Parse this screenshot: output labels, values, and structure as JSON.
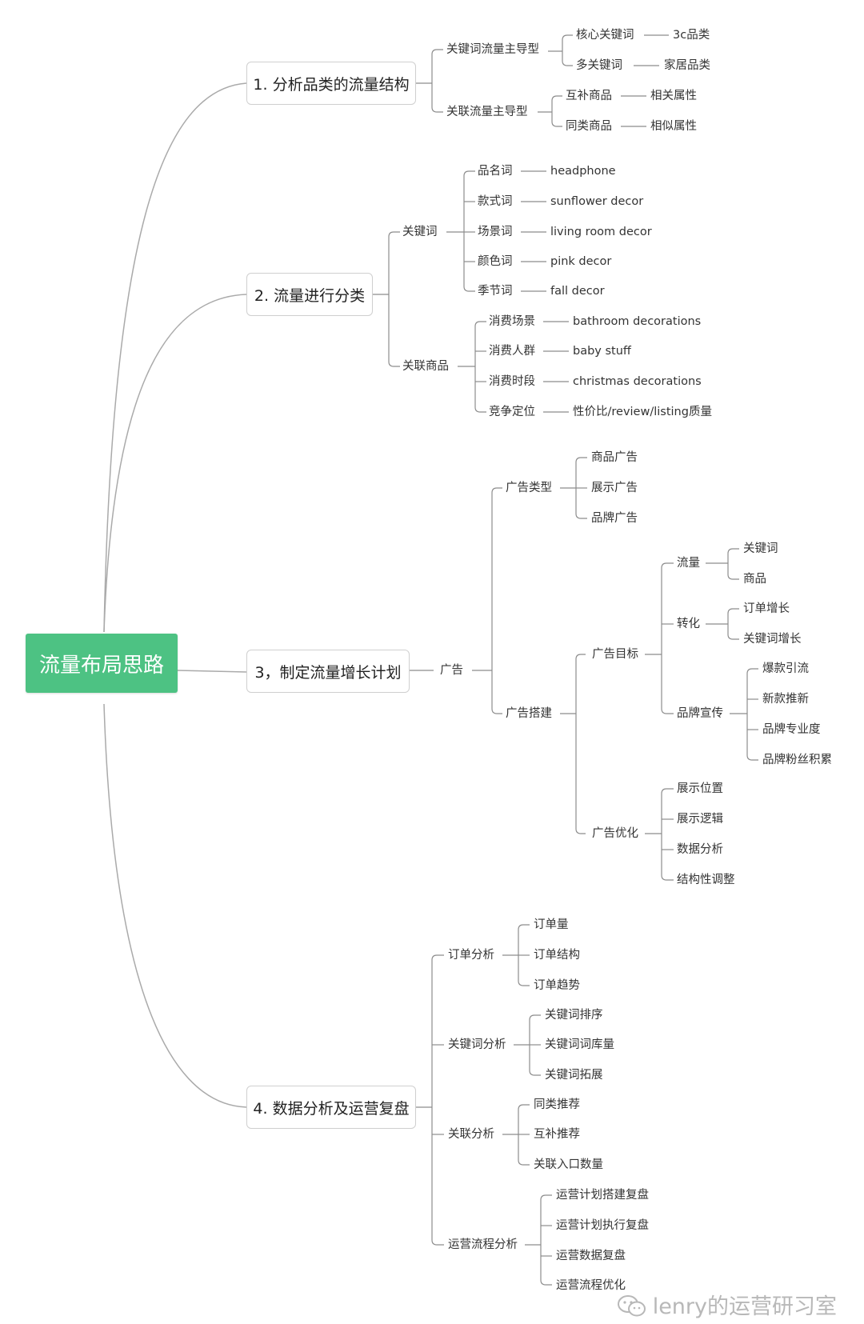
{
  "root": {
    "label": "流量布局思路",
    "color": "#4dc283"
  },
  "topics": [
    {
      "label": "1. 分析品类的流量结构"
    },
    {
      "label": "2. 流量进行分类"
    },
    {
      "label": "3，制定流量增长计划"
    },
    {
      "label": "4. 数据分析及运营复盘"
    }
  ],
  "t1": {
    "keyword_led": "关键词流量主导型",
    "core_keywords": "核心关键词",
    "core_keywords_ex": "3c品类",
    "multi_keywords": "多关键词",
    "multi_keywords_ex": "家居品类",
    "related_led": "关联流量主导型",
    "complementary": "互补商品",
    "complementary_ex": "相关属性",
    "similar": "同类商品",
    "similar_ex": "相似属性"
  },
  "t2": {
    "keywords": "关键词",
    "kw_items": [
      {
        "label": "品名词",
        "example": "headphone"
      },
      {
        "label": "款式词",
        "example": "sunflower decor"
      },
      {
        "label": "场景词",
        "example": "living room decor"
      },
      {
        "label": "颜色词",
        "example": "pink decor"
      },
      {
        "label": "季节词",
        "example": "fall decor"
      }
    ],
    "related": "关联商品",
    "rel_items": [
      {
        "label": "消费场景",
        "example": "bathroom decorations"
      },
      {
        "label": "消费人群",
        "example": "baby stuff"
      },
      {
        "label": "消费时段",
        "example": "christmas decorations"
      },
      {
        "label": "竞争定位",
        "example": "性价比/review/listing质量"
      }
    ]
  },
  "t3": {
    "ads": "广告",
    "ad_types": "广告类型",
    "ad_type_items": [
      "商品广告",
      "展示广告",
      "品牌广告"
    ],
    "ad_build": "广告搭建",
    "ad_goal": "广告目标",
    "traffic": "流量",
    "traffic_items": [
      "关键词",
      "商品"
    ],
    "conversion": "转化",
    "conversion_items": [
      "订单增长",
      "关键词增长"
    ],
    "brand_promo": "品牌宣传",
    "brand_items": [
      "爆款引流",
      "新款推新",
      "品牌专业度",
      "品牌粉丝积累"
    ],
    "ad_opt": "广告优化",
    "ad_opt_items": [
      "展示位置",
      "展示逻辑",
      "数据分析",
      "结构性调整"
    ]
  },
  "t4": {
    "order_analysis": "订单分析",
    "order_items": [
      "订单量",
      "订单结构",
      "订单趋势"
    ],
    "keyword_analysis": "关键词分析",
    "keyword_items": [
      "关键词排序",
      "关键词词库量",
      "关键词拓展"
    ],
    "related_analysis": "关联分析",
    "related_items": [
      "同类推荐",
      "互补推荐",
      "关联入口数量"
    ],
    "process_analysis": "运营流程分析",
    "process_items": [
      "运营计划搭建复盘",
      "运营计划执行复盘",
      "运营数据复盘",
      "运营流程优化"
    ]
  },
  "watermark": {
    "text": "lenry的运营研习室",
    "icon": "wechat-icon"
  }
}
